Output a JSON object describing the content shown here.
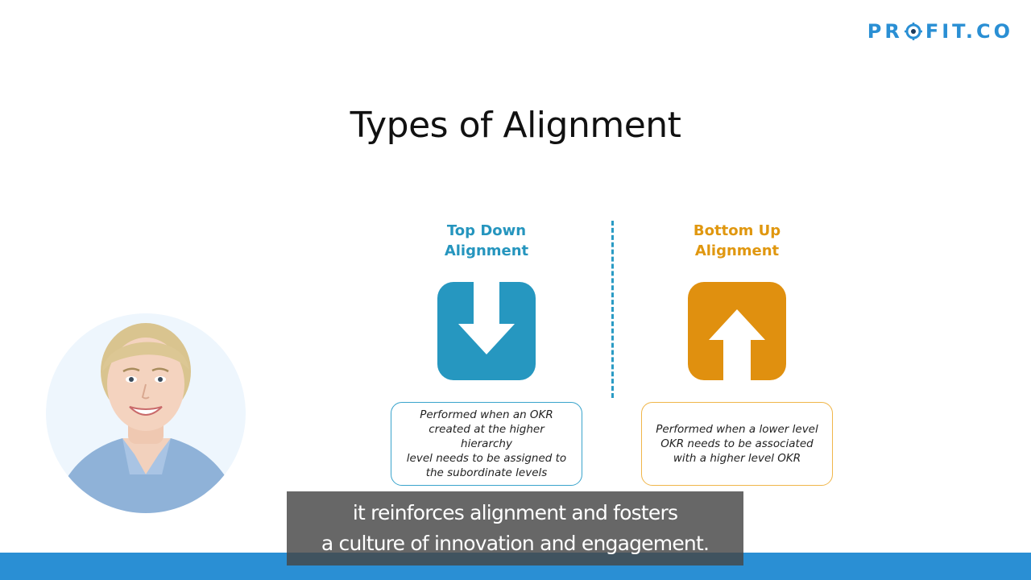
{
  "brand": {
    "logo_left": "PR",
    "logo_right": "FIT.CO",
    "logo_color": "#2a8fd4"
  },
  "slide": {
    "title": "Types of Alignment",
    "columns": [
      {
        "heading_line1": "Top Down",
        "heading_line2": "Alignment",
        "icon": "arrow-down-icon",
        "color": "#2697c0",
        "description": [
          "Performed when an OKR",
          "created at the higher hierarchy",
          "level needs to be assigned to",
          "the subordinate levels"
        ]
      },
      {
        "heading_line1": "Bottom Up",
        "heading_line2": "Alignment",
        "icon": "arrow-up-icon",
        "color": "#e0900f",
        "description": [
          "Performed when a lower level",
          "OKR needs to be associated",
          "with a higher level OKR"
        ]
      }
    ]
  },
  "subtitles": {
    "line1": "it reinforces alignment and fosters",
    "line2": "a culture of innovation and engagement."
  }
}
